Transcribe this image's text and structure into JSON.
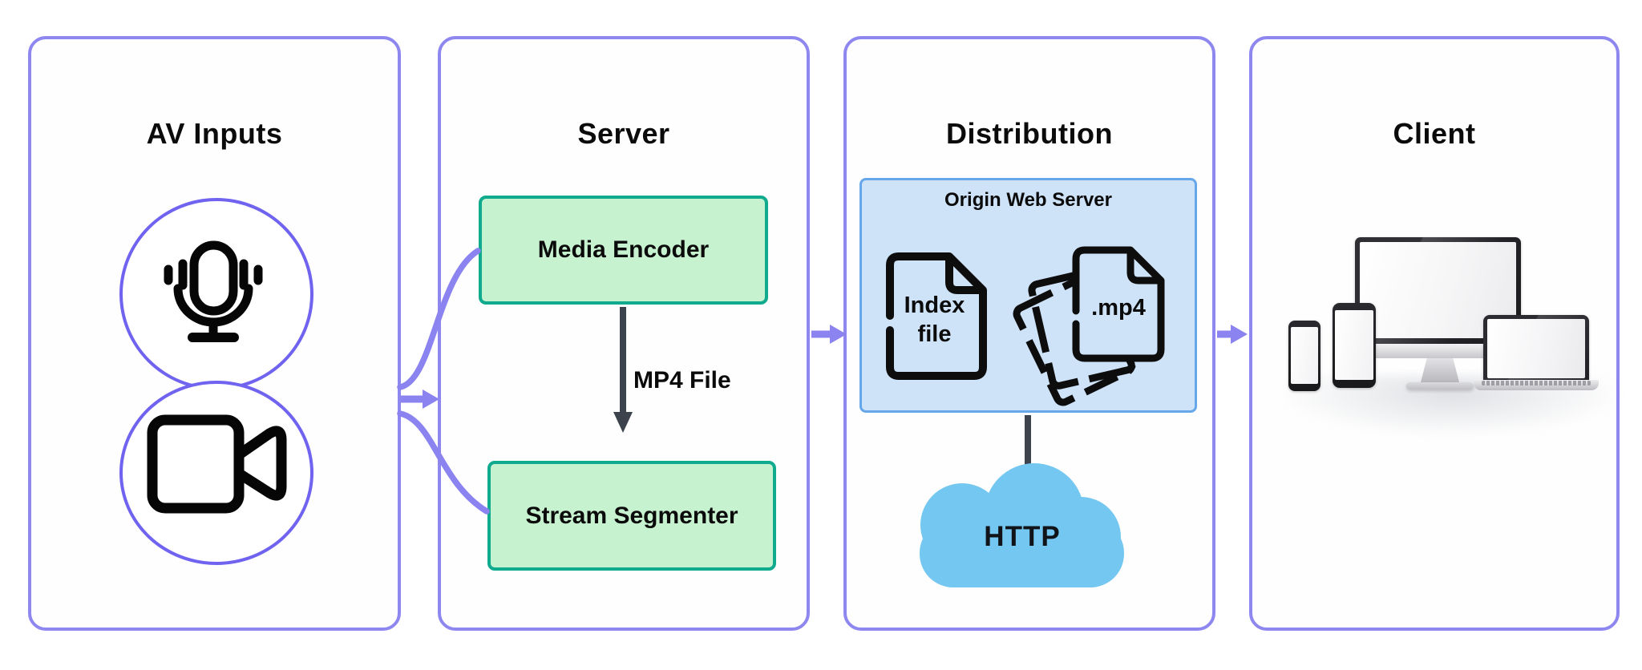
{
  "diagram": {
    "panels": {
      "av_inputs": {
        "title": "AV Inputs"
      },
      "server": {
        "title": "Server",
        "media_encoder_label": "Media Encoder",
        "stream_segmenter_label": "Stream Segmenter",
        "mp4_arrow_label": "MP4 File"
      },
      "distribution": {
        "title": "Distribution",
        "origin_box_title": "Origin Web Server",
        "index_doc_line1": "Index",
        "index_doc_line2": "file",
        "mp4_doc_label": ".mp4",
        "cloud_label": "HTTP"
      },
      "client": {
        "title": "Client"
      }
    },
    "icons": {
      "audio_input": "microphone-icon",
      "video_input": "video-camera-icon",
      "index_doc": "document-icon",
      "mp4_docs": "document-stack-icon",
      "http": "cloud-icon",
      "client": "devices-icon"
    },
    "colors": {
      "panel_border": "#8f87f0",
      "circle_border": "#6f63ef",
      "connector_purple": "#8b83f0",
      "green_box_fill": "#c7f2d0",
      "green_box_border": "#10ab8e",
      "origin_box_fill": "#cfe3f8",
      "origin_box_border": "#66a7ea",
      "cloud_blue": "#74c7f0",
      "dark_arrow": "#3d434c"
    }
  }
}
